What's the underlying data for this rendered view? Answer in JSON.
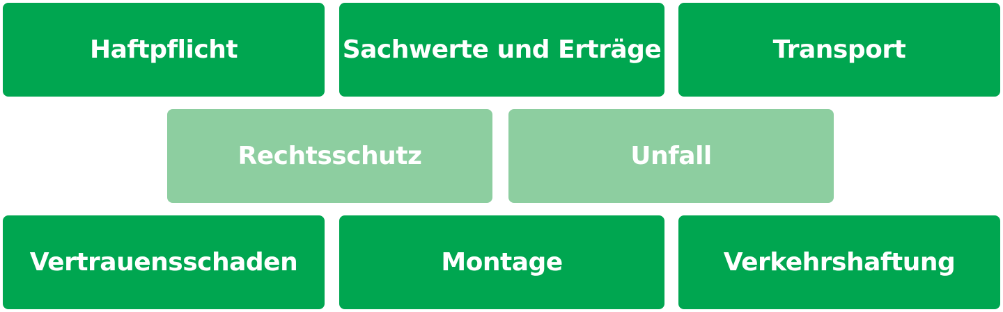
{
  "colors": {
    "primary_green": "#00a650",
    "light_green": "#8dcea0",
    "text": "#ffffff"
  },
  "rows": [
    {
      "items": [
        {
          "label": "Haftpflicht",
          "style": "primary"
        },
        {
          "label": "Sachwerte und Erträge",
          "style": "primary"
        },
        {
          "label": "Transport",
          "style": "primary"
        }
      ]
    },
    {
      "items": [
        {
          "label": "Rechtsschutz",
          "style": "light"
        },
        {
          "label": "Unfall",
          "style": "light"
        }
      ]
    },
    {
      "items": [
        {
          "label": "Vertrauensschaden",
          "style": "primary"
        },
        {
          "label": "Montage",
          "style": "primary"
        },
        {
          "label": "Verkehrshaftung",
          "style": "primary"
        }
      ]
    }
  ]
}
